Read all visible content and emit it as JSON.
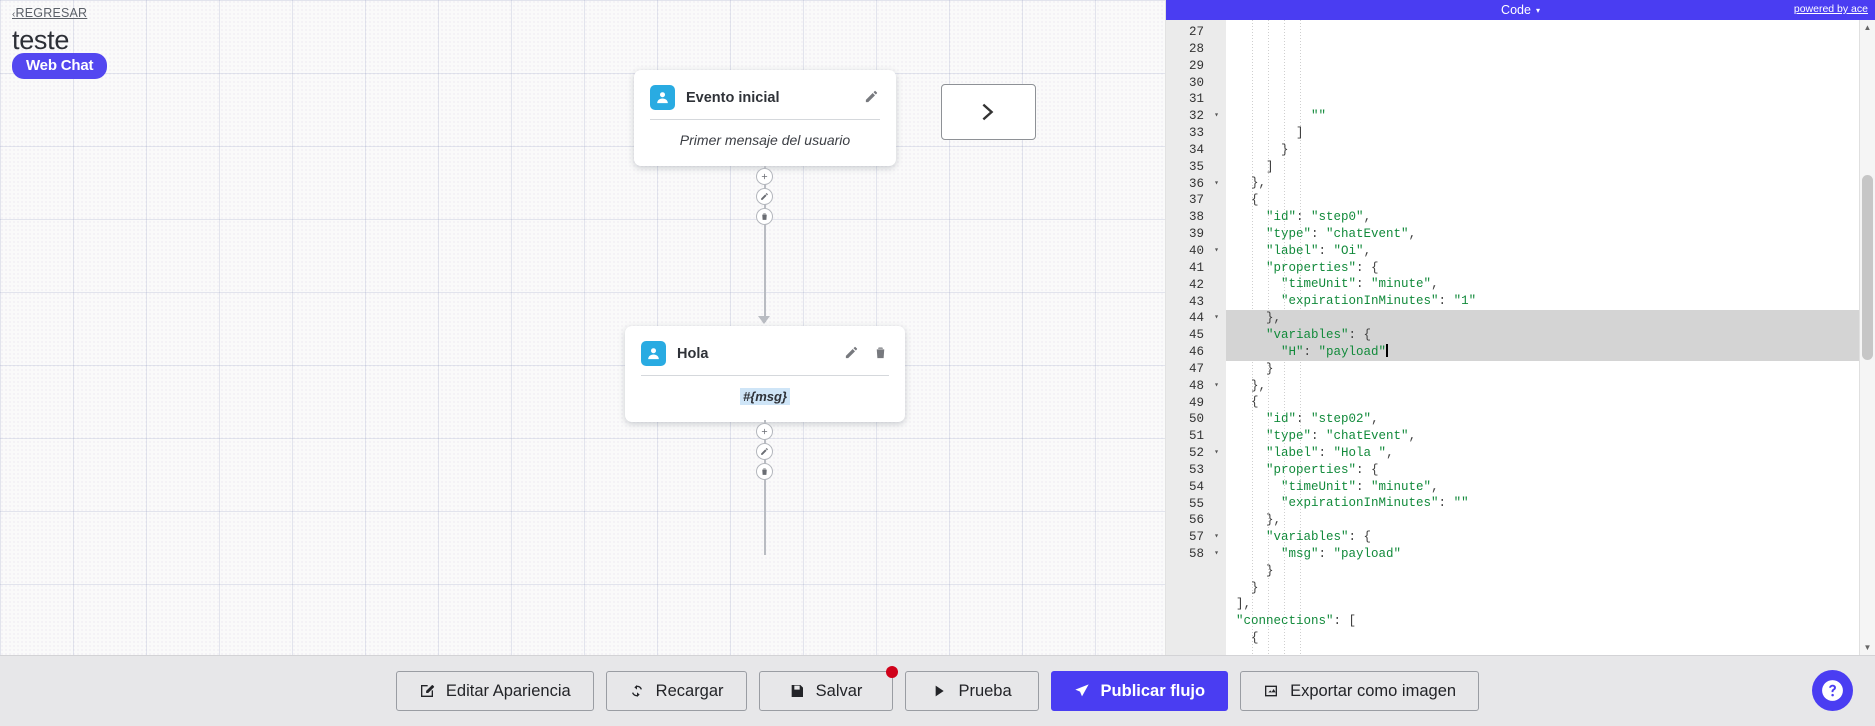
{
  "header": {
    "back_label": "REGRESAR",
    "back_chevron": "‹",
    "flow_title": "teste",
    "channel_badge": "Web Chat"
  },
  "canvas": {
    "nodes": [
      {
        "name": "Evento inicial",
        "icon": "user-icon",
        "body_text": "Primer mensaje del usuario",
        "body_kind": "placeholder",
        "has_delete": false
      },
      {
        "name": "Hola",
        "icon": "user-icon",
        "body_text": "#{msg}",
        "body_kind": "variable",
        "has_delete": true
      }
    ],
    "connector_buttons": [
      "add-icon",
      "edit-icon",
      "delete-icon"
    ]
  },
  "code_pane": {
    "title": "Code",
    "caret": "▾",
    "powered_by": "powered by ace",
    "lines": [
      {
        "n": 27,
        "fold": "",
        "text": "          \"\"",
        "hl": false
      },
      {
        "n": 28,
        "fold": "",
        "text": "        ]",
        "hl": false
      },
      {
        "n": 29,
        "fold": "",
        "text": "      }",
        "hl": false
      },
      {
        "n": 30,
        "fold": "",
        "text": "    ]",
        "hl": false
      },
      {
        "n": 31,
        "fold": "",
        "text": "  },",
        "hl": false
      },
      {
        "n": 32,
        "fold": "▾",
        "text": "  {",
        "hl": false
      },
      {
        "n": 33,
        "fold": "",
        "text": "    \"id\": \"step0\",",
        "hl": false
      },
      {
        "n": 34,
        "fold": "",
        "text": "    \"type\": \"chatEvent\",",
        "hl": false
      },
      {
        "n": 35,
        "fold": "",
        "text": "    \"label\": \"Oi\",",
        "hl": false
      },
      {
        "n": 36,
        "fold": "▾",
        "text": "    \"properties\": {",
        "hl": false
      },
      {
        "n": 37,
        "fold": "",
        "text": "      \"timeUnit\": \"minute\",",
        "hl": false
      },
      {
        "n": 38,
        "fold": "",
        "text": "      \"expirationInMinutes\": \"1\"",
        "hl": false
      },
      {
        "n": 39,
        "fold": "",
        "text": "    },",
        "hl": true
      },
      {
        "n": 40,
        "fold": "▾",
        "text": "    \"variables\": {",
        "hl": true
      },
      {
        "n": 41,
        "fold": "",
        "text": "      \"H\": \"payload\"",
        "hl": true,
        "caret": true
      },
      {
        "n": 42,
        "fold": "",
        "text": "    }",
        "hl": false
      },
      {
        "n": 43,
        "fold": "",
        "text": "  },",
        "hl": false
      },
      {
        "n": 44,
        "fold": "▾",
        "text": "  {",
        "hl": false
      },
      {
        "n": 45,
        "fold": "",
        "text": "    \"id\": \"step02\",",
        "hl": false
      },
      {
        "n": 46,
        "fold": "",
        "text": "    \"type\": \"chatEvent\",",
        "hl": false
      },
      {
        "n": 47,
        "fold": "",
        "text": "    \"label\": \"Hola \",",
        "hl": false
      },
      {
        "n": 48,
        "fold": "▾",
        "text": "    \"properties\": {",
        "hl": false
      },
      {
        "n": 49,
        "fold": "",
        "text": "      \"timeUnit\": \"minute\",",
        "hl": false
      },
      {
        "n": 50,
        "fold": "",
        "text": "      \"expirationInMinutes\": \"\"",
        "hl": false
      },
      {
        "n": 51,
        "fold": "",
        "text": "    },",
        "hl": false
      },
      {
        "n": 52,
        "fold": "▾",
        "text": "    \"variables\": {",
        "hl": false
      },
      {
        "n": 53,
        "fold": "",
        "text": "      \"msg\": \"payload\"",
        "hl": false
      },
      {
        "n": 54,
        "fold": "",
        "text": "    }",
        "hl": false
      },
      {
        "n": 55,
        "fold": "",
        "text": "  }",
        "hl": false
      },
      {
        "n": 56,
        "fold": "",
        "text": "],",
        "hl": false
      },
      {
        "n": 57,
        "fold": "▾",
        "text": "\"connections\": [",
        "hl": false
      },
      {
        "n": 58,
        "fold": "▾",
        "text": "  {",
        "hl": false
      }
    ]
  },
  "toolbar": {
    "buttons": [
      {
        "label": "Editar Apariencia",
        "icon": "pencil-square-icon",
        "primary": false,
        "dirty": false
      },
      {
        "label": "Recargar",
        "icon": "refresh-icon",
        "primary": false,
        "dirty": false
      },
      {
        "label": "Salvar",
        "icon": "save-disk-icon",
        "primary": false,
        "dirty": true
      },
      {
        "label": "Prueba",
        "icon": "play-icon",
        "primary": false,
        "dirty": false
      },
      {
        "label": "Publicar flujo",
        "icon": "send-icon",
        "primary": true,
        "dirty": false
      },
      {
        "label": "Exportar como imagen",
        "icon": "image-icon",
        "primary": false,
        "dirty": false
      }
    ],
    "help_icon": "question-mark-icon"
  },
  "colors": {
    "accent": "#4a3df2",
    "node_icon": "#29abe2",
    "dirty_dot": "#d0021b",
    "variable_chip_bg": "#cfe5f7"
  }
}
